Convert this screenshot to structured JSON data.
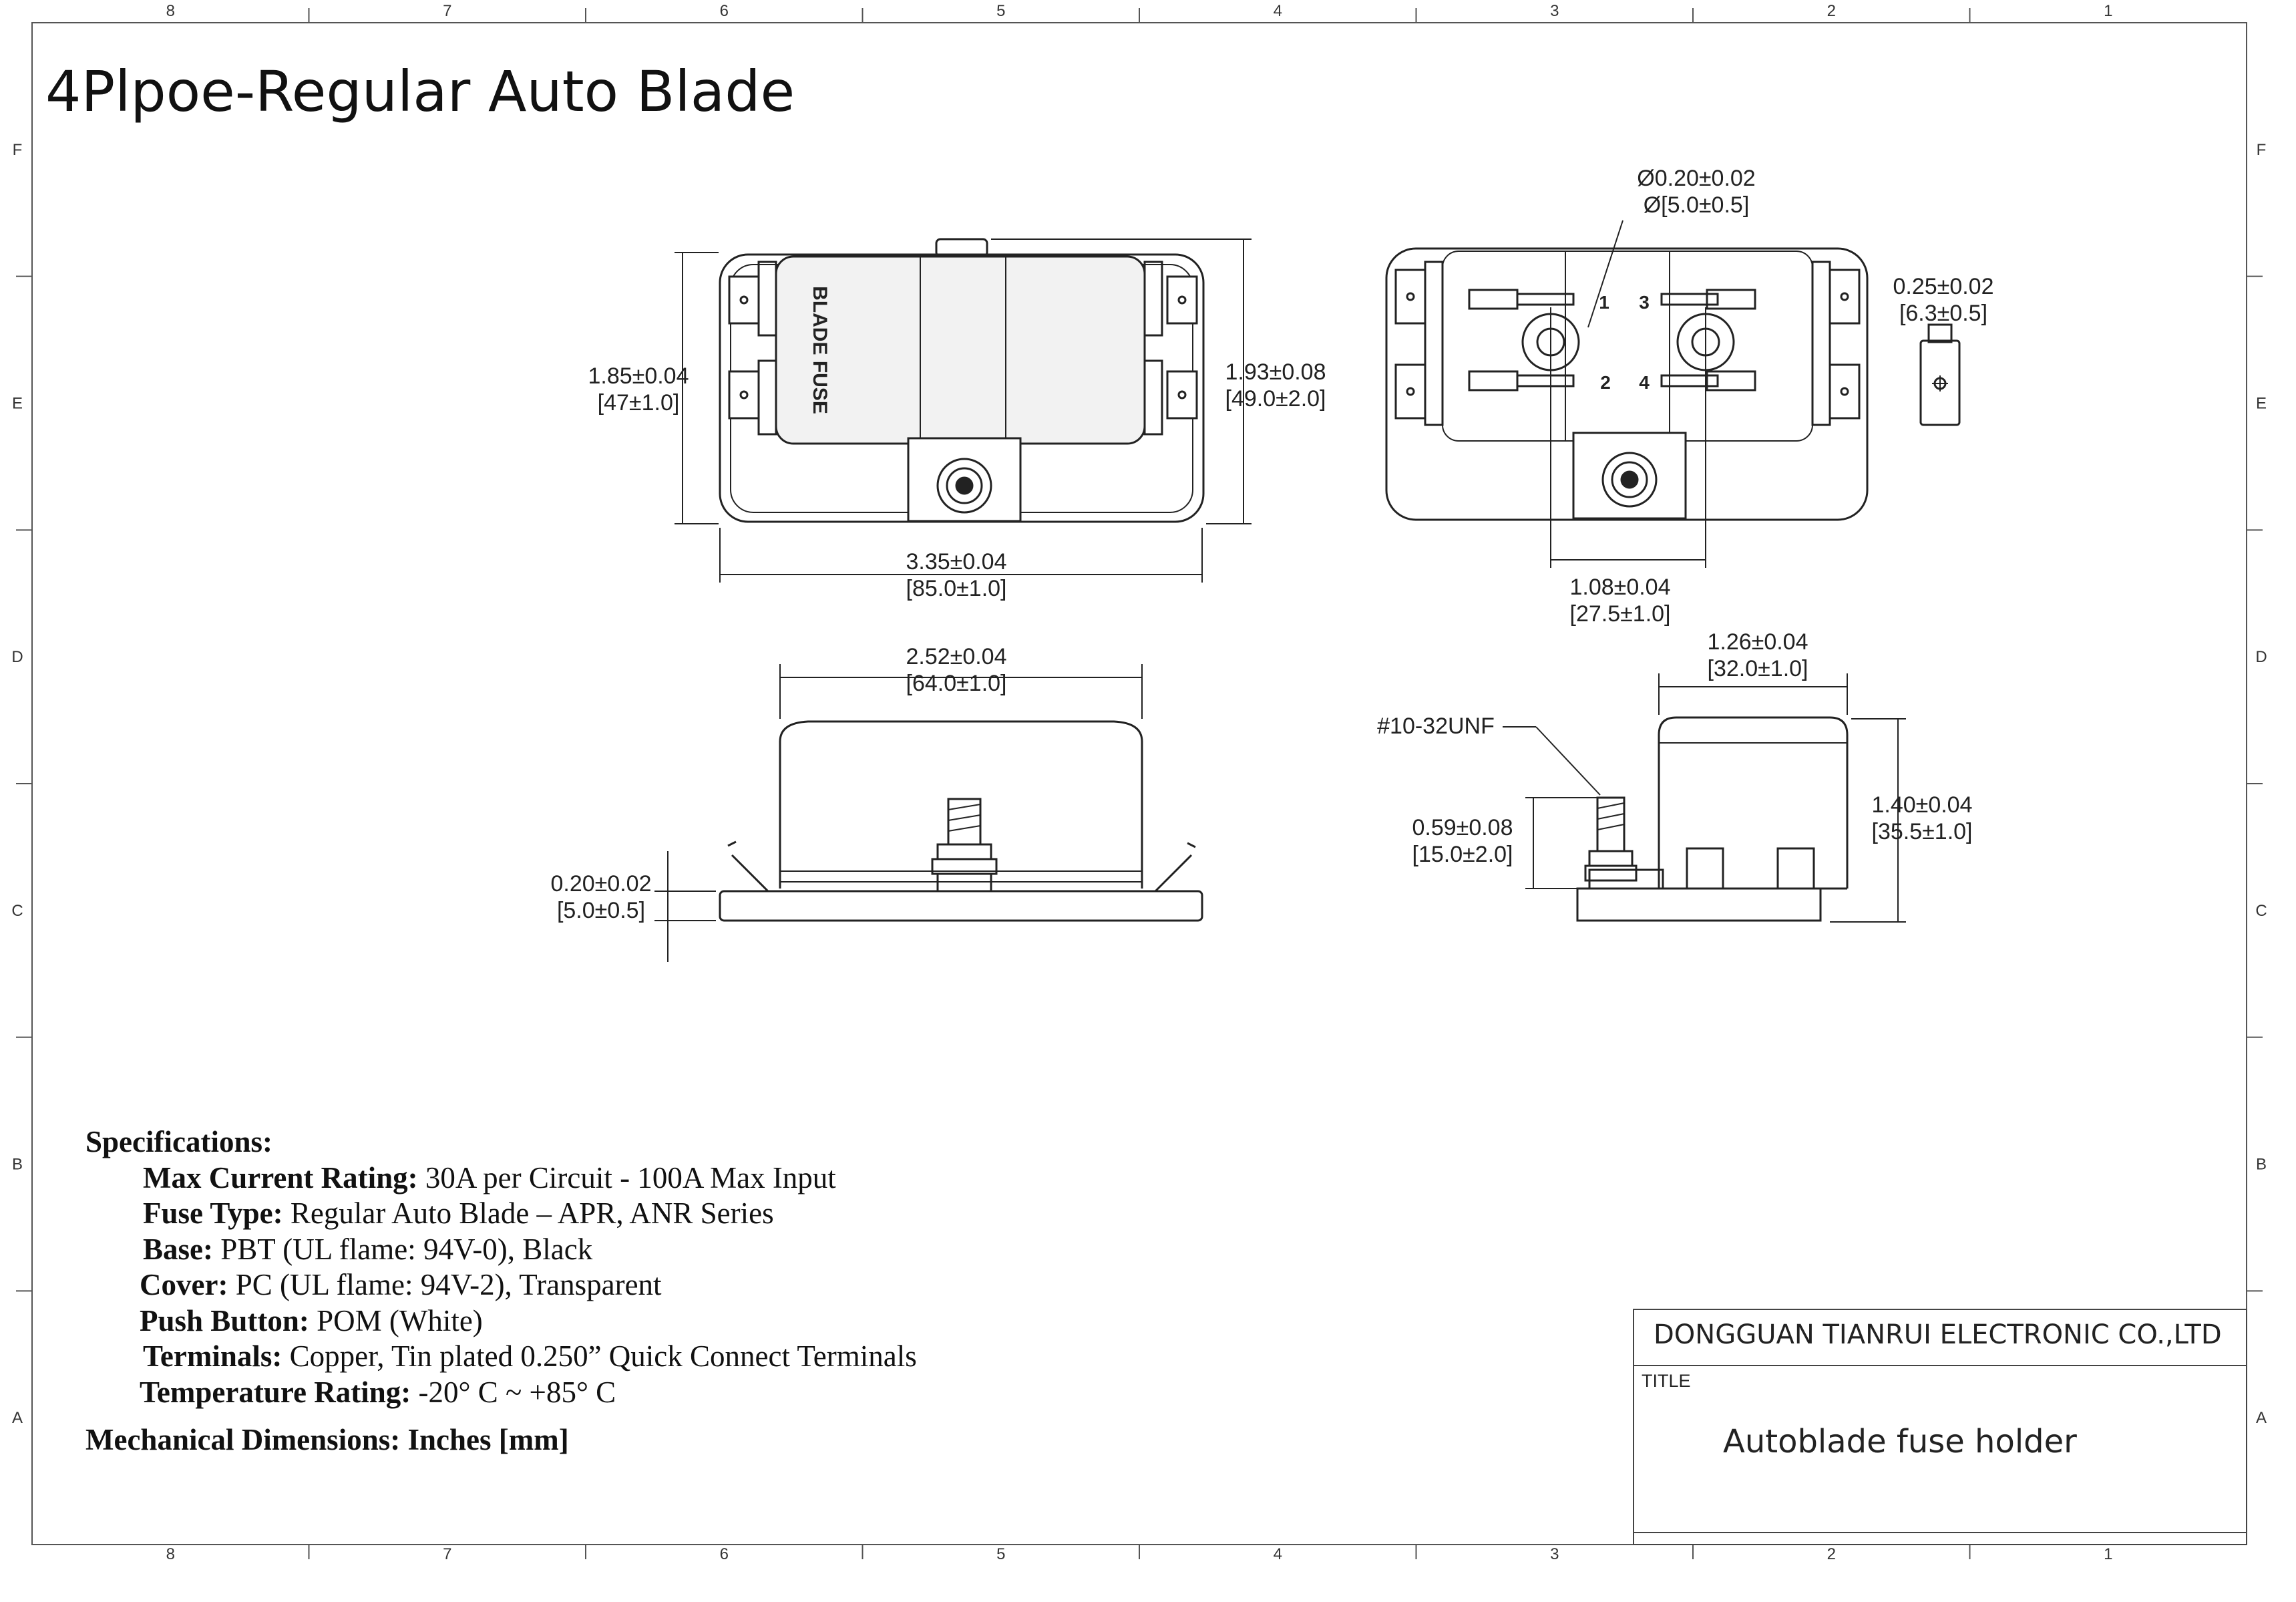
{
  "title": "4Plpoe-Regular Auto Blade",
  "zone_columns": [
    "8",
    "7",
    "6",
    "5",
    "4",
    "3",
    "2",
    "1"
  ],
  "zone_rows": [
    "F",
    "E",
    "D",
    "C",
    "B",
    "A"
  ],
  "cover_text": "BLADE FUSE",
  "slot_numbers": [
    "1",
    "3",
    "2",
    "4"
  ],
  "dimensions": {
    "height_left": [
      "1.85±0.04",
      "[47±1.0]"
    ],
    "height_right": [
      "1.93±0.08",
      "[49.0±2.0]"
    ],
    "width_top": [
      "3.35±0.04",
      "[85.0±1.0]"
    ],
    "hole": [
      "Ø0.20±0.02",
      "Ø[5.0±0.5]"
    ],
    "pitch": [
      "1.08±0.04",
      "[27.5±1.0]"
    ],
    "terminal": [
      "0.25±0.02",
      "[6.3±0.5]"
    ],
    "cover_width": [
      "2.52±0.04",
      "[64.0±1.0]"
    ],
    "base_thk": [
      "0.20±0.02",
      "[5.0±0.5]"
    ],
    "depth": [
      "1.26±0.04",
      "[32.0±1.0]"
    ],
    "stud_height": [
      "0.59±0.08",
      "[15.0±2.0]"
    ],
    "total_height": [
      "1.40±0.04",
      "[35.5±1.0]"
    ],
    "thread": "#10-32UNF"
  },
  "specs": {
    "heading": "Specifications:",
    "rows": [
      {
        "label": "Max Current Rating:",
        "value": " 30A  per Circuit - 100A Max Input"
      },
      {
        "label": "Fuse Type:",
        "value": " Regular Auto Blade – APR, ANR Series"
      },
      {
        "label": "Base:",
        "value": " PBT (UL flame: 94V-0), Black"
      },
      {
        "label": "Cover:",
        "value": " PC (UL flame: 94V-2), Transparent"
      },
      {
        "label": "Push Button:",
        "value": " POM (White)"
      },
      {
        "label": "Terminals:",
        "value": " Copper, Tin plated 0.250” Quick Connect Terminals"
      },
      {
        "label": "Temperature Rating:",
        "value": " -20° C ~ +85° C"
      }
    ],
    "footer": "Mechanical Dimensions:  Inches [mm]"
  },
  "title_block": {
    "company": "DONGGUAN TIANRUI ELECTRONIC CO.,LTD",
    "title_label": "TITLE",
    "drawing_title": "Autoblade fuse holder"
  }
}
